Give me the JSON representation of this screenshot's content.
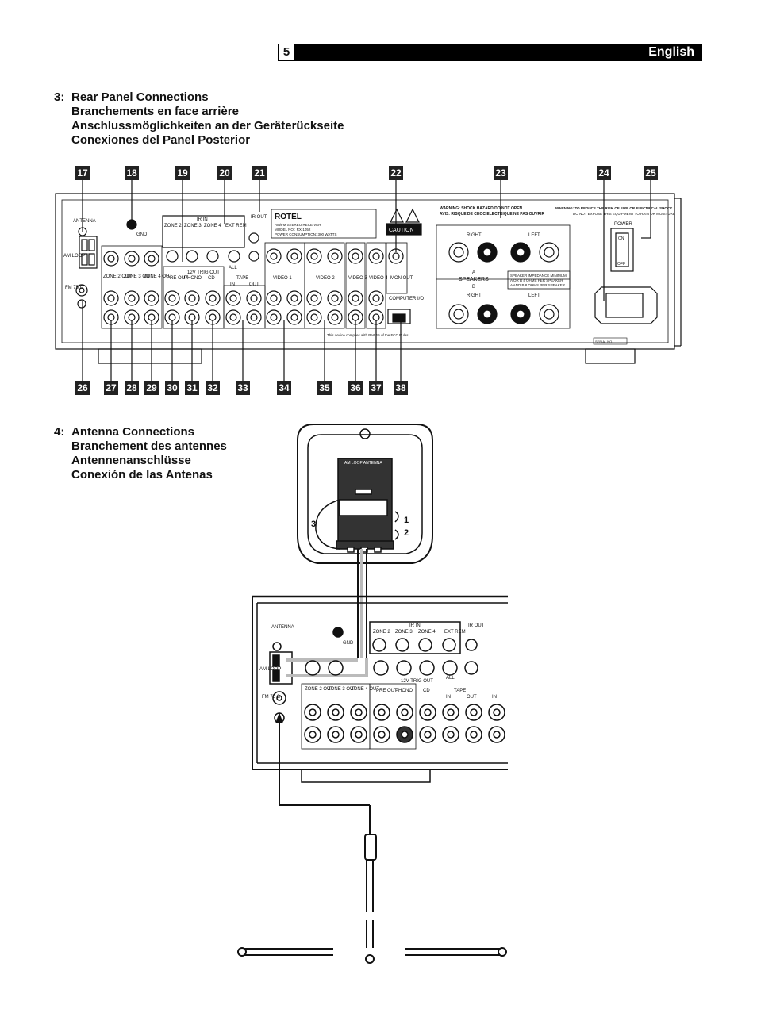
{
  "header": {
    "page_number": "5",
    "language": "English"
  },
  "section3": {
    "number": "3:",
    "lines": [
      "Rear Panel Connections",
      "Branchements en face arrière",
      "Anschlussmöglichkeiten an der Geräterückseite",
      "Conexiones del Panel Posterior"
    ]
  },
  "section4": {
    "number": "4:",
    "lines": [
      "Antenna Connections",
      "Branchement des antennes",
      "Antennenanschlüsse",
      "Conexión de las Antenas"
    ]
  },
  "callouts_top": [
    "17",
    "18",
    "19",
    "20",
    "21",
    "22",
    "23",
    "24",
    "25"
  ],
  "callouts_bottom": [
    "26",
    "27",
    "28",
    "29",
    "30",
    "31",
    "32",
    "33",
    "34",
    "35",
    "36",
    "37",
    "38"
  ],
  "panel": {
    "brand": "ROTEL",
    "model_lines": [
      "AM/FM STEREO RECEIVER",
      "MODEL NO.: RX-1052",
      "POWER CONSUMPTION: 300 WATTS"
    ],
    "antenna": "ANTENNA",
    "am_loop": "AM LOOP",
    "fm": "FM 75 Ω",
    "gnd": "GND",
    "ir_in": "IR IN",
    "ir_out": "IR OUT",
    "zone2": "ZONE 2",
    "zone3": "ZONE 3",
    "zone4": "ZONE 4",
    "ext_rem": "EXT REM",
    "all": "ALL",
    "trig": "12V TRIG OUT",
    "zone2_out": "ZONE 2 OUT",
    "zone3_out": "ZONE 3 OUT",
    "zone4_out": "ZONE 4 OUT",
    "pre_out": "PRE OUT",
    "phono": "PHONO",
    "cd": "CD",
    "tape": "TAPE",
    "in": "IN",
    "out": "OUT",
    "video1": "VIDEO 1",
    "video2": "VIDEO 2",
    "video3": "VIDEO 3",
    "video4": "VIDEO 4",
    "mon_out": "MON OUT",
    "computer_io": "COMPUTER I/O",
    "caution": "CAUTION",
    "warning1": "WARNING: SHOCK HAZARD DO NOT OPEN",
    "warning2": "AVIS: RISQUE DE CHOC ELECTRIQUE NE PAS OUVRIR",
    "warning3": "WARNING: TO REDUCE THE RISK OF FIRE OR ELECTRICAL SHOCK",
    "warning4": "DO NOT EXPOSE THIS EQUIPMENT TO RAIN OR MOISTURE",
    "right": "RIGHT",
    "left": "LEFT",
    "speakers": "SPEAKERS",
    "speaker_a": "A",
    "speaker_b": "B",
    "impedance": [
      "SPEAKER IMPEDANCE MINIMUM",
      "A OR B 4 OHMS PER SPEAKER",
      "A AND B 8 OHMS PER SPEAKER"
    ],
    "power": "POWER",
    "on": "ON",
    "off": "OFF",
    "serial": "SERIAL NO.",
    "fcc": "This device complies with Part 15 of the FCC Rules."
  },
  "antenna_fig": {
    "loop_label": "AM LOOP ANTENNA",
    "steps": [
      "1",
      "2",
      "3"
    ]
  }
}
